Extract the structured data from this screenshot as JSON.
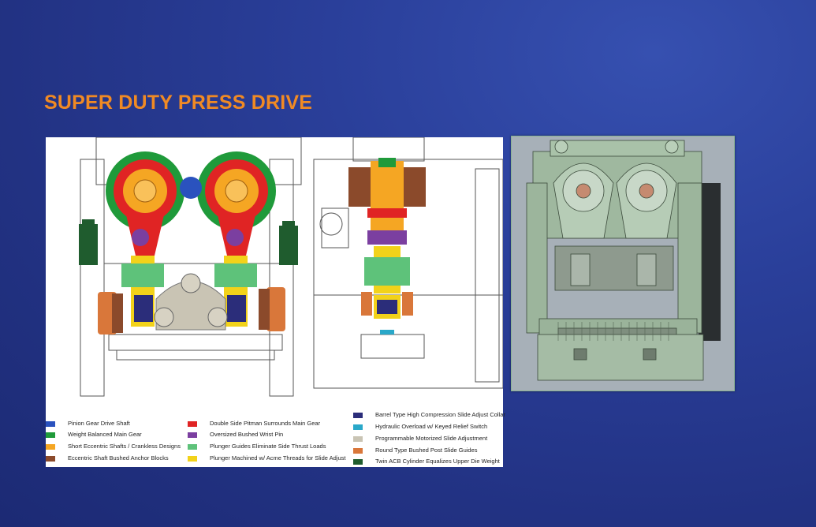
{
  "slide": {
    "title": "SUPER DUTY PRESS DRIVE"
  },
  "legend": {
    "items": [
      {
        "label": "Pinion Gear Drive Shaft",
        "color": "#2a52be"
      },
      {
        "label": "Weight Balanced Main Gear",
        "color": "#1f9a3a"
      },
      {
        "label": "Short Eccentric Shafts / Crankless Designs",
        "color": "#f5a623"
      },
      {
        "label": "Eccentric Shaft Bushed Anchor Blocks",
        "color": "#8b4a2b"
      },
      {
        "label": "Double Side Pitman Surrounds Main Gear",
        "color": "#e02424"
      },
      {
        "label": "Oversized Bushed Wrist Pin",
        "color": "#7b3fa0"
      },
      {
        "label": "Plunger Guides Eliminate Side Thrust Loads",
        "color": "#5ec27a"
      },
      {
        "label": "Plunger Machined w/ Acme Threads for Slide Adjust",
        "color": "#f2d21a"
      },
      {
        "label": "Barrel Type High Compression Slide Adjust Collar",
        "color": "#2b2d7a"
      },
      {
        "label": "Hydraulic Overload w/ Keyed Relief Switch",
        "color": "#2aa8c9"
      },
      {
        "label": "Programmable Motorized Slide Adjustment",
        "color": "#c9c4b4"
      },
      {
        "label": "Round Type Bushed Post Slide Guides",
        "color": "#d9773a"
      },
      {
        "label": "Twin ACB Cylinder Equalizes Upper Die Weight",
        "color": "#1f5c2e"
      }
    ]
  }
}
